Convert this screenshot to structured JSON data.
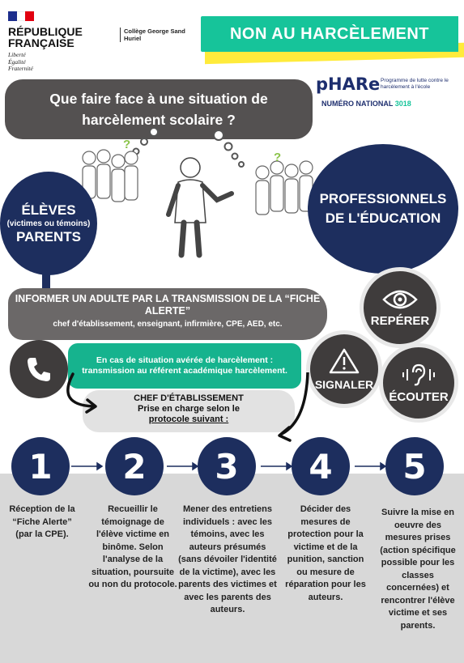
{
  "header": {
    "republique_lines": [
      "RÉPUBLIQUE",
      "FRANÇAISE"
    ],
    "motto_lines": [
      "Liberté",
      "Égalité",
      "Fraternité"
    ],
    "college_lines": [
      "Collège George Sand",
      "Huriel"
    ],
    "title": "NON AU HARCÈLEMENT"
  },
  "phare": {
    "logo": "pHARe",
    "subtitle": "Programme de lutte contre le harcèlement à l'école",
    "number_label": "NUMÉRO NATIONAL",
    "number": "3018"
  },
  "question": "Que faire face à une situation de harcèlement scolaire ?",
  "eleves": {
    "line1": "ÉLÈVES",
    "line2": "(victimes ou témoins)",
    "line3": "PARENTS"
  },
  "professionnels": "PROFESSIONNELS DE L'ÉDUCATION",
  "inform": {
    "big": "INFORMER UN ADULTE PAR LA TRANSMISSION DE LA “FICHE ALERTE”",
    "small": "chef d'établissement, enseignant, infirmière, CPE, AED, etc."
  },
  "actions": {
    "reperer": "REPÉRER",
    "signaler": "SIGNALER",
    "ecouter": "ÉCOUTER"
  },
  "green_box": "En cas de situation avérée de harcèlement : transmission au référent académique harcèlement.",
  "chef": {
    "line1": "CHEF D'ÉTABLISSEMENT",
    "line2": "Prise en charge selon le",
    "line3": "protocole suivant :"
  },
  "steps": [
    {
      "number": "1",
      "text": "Réception de la “Fiche Alerte” (par la CPE)."
    },
    {
      "number": "2",
      "text": "Recueillir le témoignage de l'élève victime en binôme. Selon l'analyse de la situation, poursuite ou non du protocole."
    },
    {
      "number": "3",
      "text": "Mener des entretiens individuels : avec les témoins, avec les auteurs présumés (sans dévoiler l'identité de la victime), avec les parents des victimes et avec les parents des auteurs."
    },
    {
      "number": "4",
      "text": "Décider des mesures de protection pour la victime et de la punition, sanction ou mesure de réparation pour les auteurs."
    },
    {
      "number": "5",
      "text": "Suivre la mise en oeuvre des mesures prises (action spécifique possible pour les classes concernées) et rencontrer l'élève victime et ses parents."
    }
  ],
  "colors": {
    "navy": "#1d2e5e",
    "green": "#16c49a",
    "yellow": "#ffeb3b",
    "dark_grey": "#3f3c3c",
    "grey": "#6b6868",
    "light_grey": "#d8d8d8"
  }
}
